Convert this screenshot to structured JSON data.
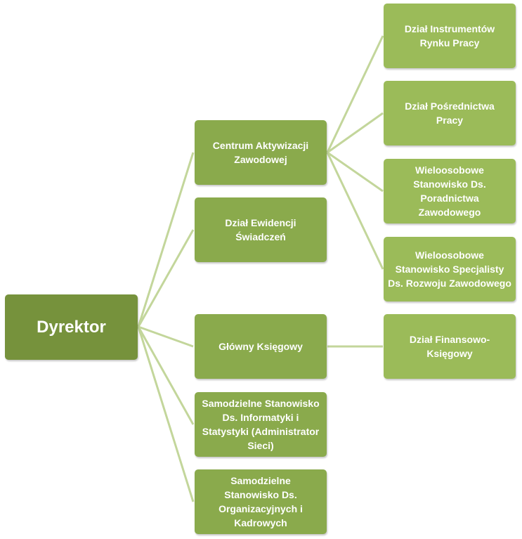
{
  "colors": {
    "root": "#76923c",
    "level1": "#8aaa4c",
    "level2": "#9bbb59",
    "connector": "#c3d69b",
    "text": "#ffffff"
  },
  "org_chart": {
    "root": {
      "label": "Dyrektor"
    },
    "level1": [
      {
        "id": "centrum",
        "label": "Centrum Aktywizacji Zawodowej"
      },
      {
        "id": "ewidencja",
        "label": "Dział Ewidencji Świadczeń"
      },
      {
        "id": "ksiegowy",
        "label": "Główny Księgowy"
      },
      {
        "id": "informatyka",
        "label": "Samodzielne Stanowisko Ds. Informatyki i Statystyki (Administrator Sieci)"
      },
      {
        "id": "kadry",
        "label": "Samodzielne Stanowisko Ds. Organizacyjnych i Kadrowych"
      }
    ],
    "level2": [
      {
        "id": "instrumenty",
        "parent": "centrum",
        "label": "Dział Instrumentów Rynku Pracy"
      },
      {
        "id": "posrednictwo",
        "parent": "centrum",
        "label": "Dział Pośrednictwa Pracy"
      },
      {
        "id": "poradnictwo",
        "parent": "centrum",
        "label": "Wieloosobowe Stanowisko Ds. Poradnictwa Zawodowego"
      },
      {
        "id": "rozwoj",
        "parent": "centrum",
        "label": "Wieloosobowe Stanowisko Specjalisty Ds. Rozwoju Zawodowego"
      },
      {
        "id": "finanse",
        "parent": "ksiegowy",
        "label": "Dział Finansowo-Księgowy"
      }
    ]
  }
}
